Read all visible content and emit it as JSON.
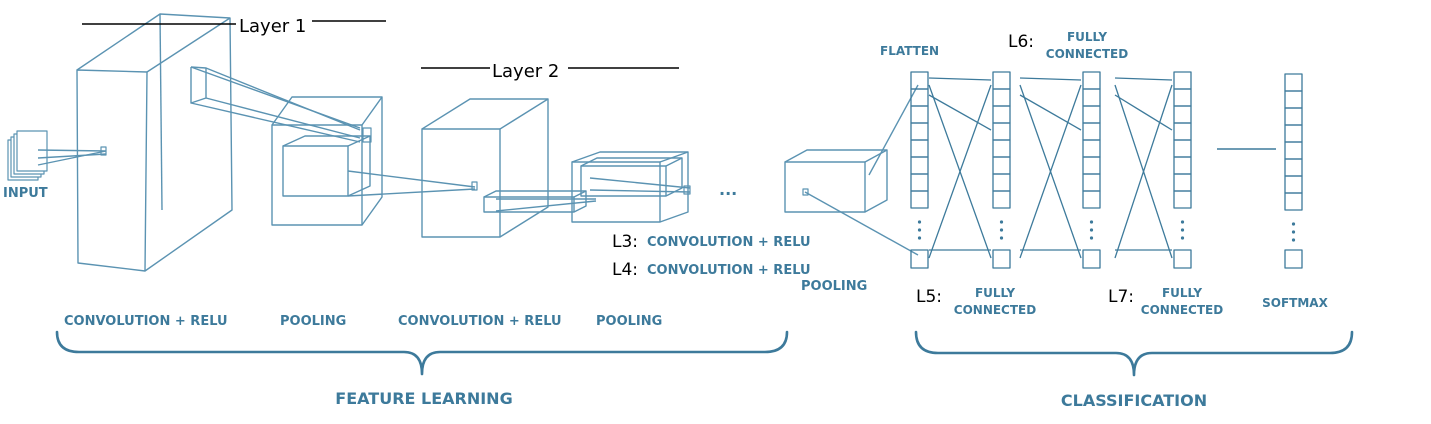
{
  "colors": {
    "ink": "#3d7a9b",
    "ink_light": "#5b93b2",
    "annotation": "#000000"
  },
  "labels": {
    "input": "INPUT",
    "layer1": "Layer 1",
    "layer2": "Layer 2",
    "l3_prefix": "L3:",
    "l3_text": "CONVOLUTION + RELU",
    "l4_prefix": "L4:",
    "l4_text": "CONVOLUTION + RELU",
    "pooling_right": "POOLING",
    "conv_relu_1": "CONVOLUTION + RELU",
    "pooling_1": "POOLING",
    "conv_relu_2": "CONVOLUTION + RELU",
    "pooling_2": "POOLING",
    "ellipsis": "...",
    "feature_learning": "FEATURE LEARNING",
    "flatten": "FLATTEN",
    "l6_prefix": "L6:",
    "l6_line1": "FULLY",
    "l6_line2": "CONNECTED",
    "l5_prefix": "L5:",
    "l5_line1": "FULLY",
    "l5_line2": "CONNECTED",
    "l7_prefix": "L7:",
    "l7_line1": "FULLY",
    "l7_line2": "CONNECTED",
    "softmax": "SOFTMAX",
    "classification": "CLASSIFICATION"
  }
}
